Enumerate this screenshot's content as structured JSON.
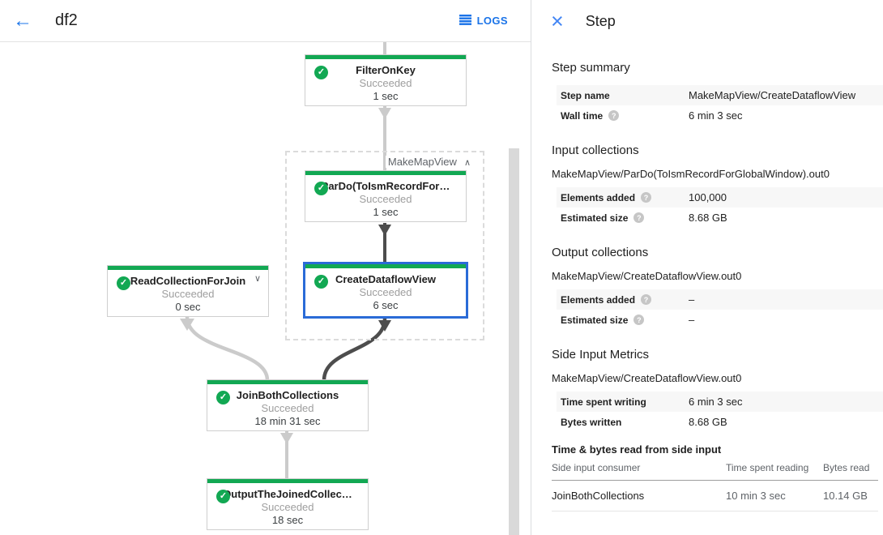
{
  "icons": {
    "back": "←",
    "close": "×",
    "check": "✓",
    "help": "?",
    "collapse": "∧",
    "expand": "∨"
  },
  "colors": {
    "success_green": "#12a853",
    "accent_blue": "#1a73e8",
    "selected_node_border": "#2a6bd7"
  },
  "header": {
    "title": "df2",
    "logs_label": "LOGS"
  },
  "graph": {
    "group_label": "MakeMapView",
    "nodes": [
      {
        "name": "FilterOnKey",
        "status": "Succeeded",
        "duration": "1 sec"
      },
      {
        "name": "ParDo(ToIsmRecordFor…",
        "status": "Succeeded",
        "duration": "1 sec"
      },
      {
        "name": "CreateDataflowView",
        "status": "Succeeded",
        "duration": "6 sec"
      },
      {
        "name": "ReadCollectionForJoin",
        "status": "Succeeded",
        "duration": "0 sec"
      },
      {
        "name": "JoinBothCollections",
        "status": "Succeeded",
        "duration": "18 min 31 sec"
      },
      {
        "name": "OutputTheJoinedCollec…",
        "status": "Succeeded",
        "duration": "18 sec"
      }
    ]
  },
  "panel": {
    "title": "Step",
    "step_summary": {
      "heading": "Step summary",
      "rows": [
        {
          "label": "Step name",
          "value": "MakeMapView/CreateDataflowView"
        },
        {
          "label": "Wall time",
          "value": "6 min 3 sec"
        }
      ]
    },
    "input_collections": {
      "heading": "Input collections",
      "collection": "MakeMapView/ParDo(ToIsmRecordForGlobalWindow).out0",
      "rows": [
        {
          "label": "Elements added",
          "value": "100,000"
        },
        {
          "label": "Estimated size",
          "value": "8.68 GB"
        }
      ]
    },
    "output_collections": {
      "heading": "Output collections",
      "collection": "MakeMapView/CreateDataflowView.out0",
      "rows": [
        {
          "label": "Elements added",
          "value": "–"
        },
        {
          "label": "Estimated size",
          "value": "–"
        }
      ]
    },
    "side_input_metrics": {
      "heading": "Side Input Metrics",
      "collection": "MakeMapView/CreateDataflowView.out0",
      "rows": [
        {
          "label": "Time spent writing",
          "value": "6 min 3 sec"
        },
        {
          "label": "Bytes written",
          "value": "8.68 GB"
        }
      ]
    },
    "side_input_table": {
      "heading": "Time & bytes read from side input",
      "columns": [
        "Side input consumer",
        "Time spent reading",
        "Bytes read"
      ],
      "rows": [
        [
          "JoinBothCollections",
          "10 min 3 sec",
          "10.14 GB"
        ]
      ]
    }
  }
}
